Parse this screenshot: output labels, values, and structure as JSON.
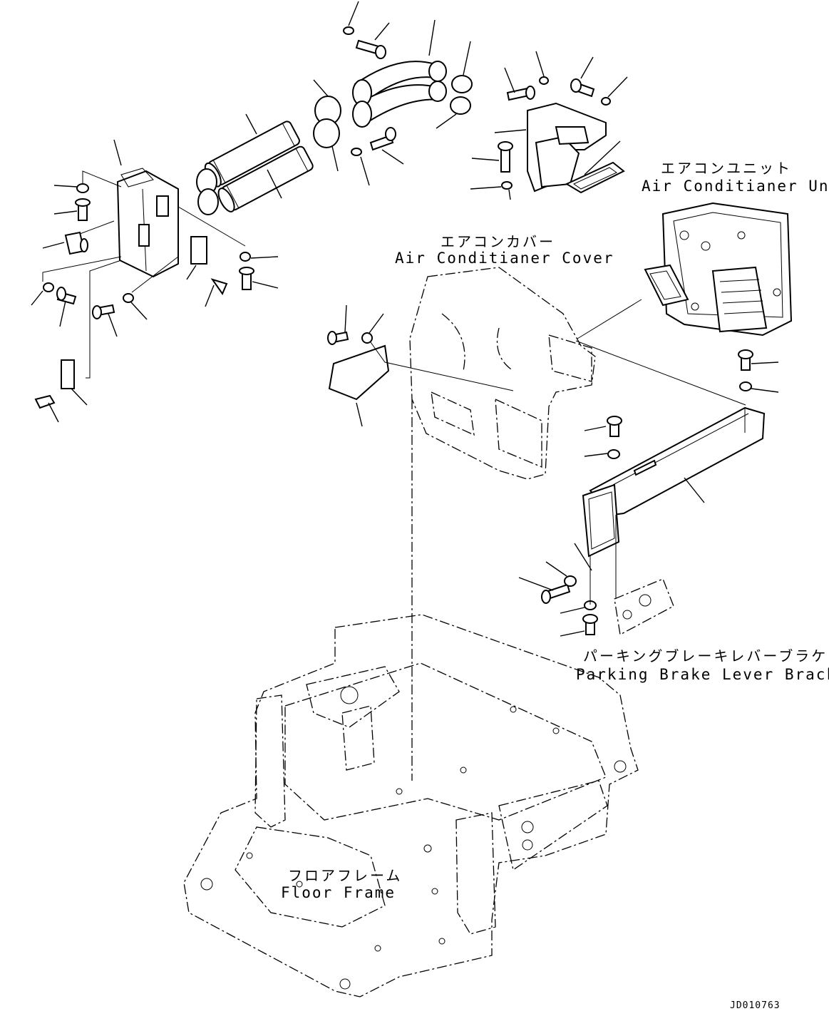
{
  "labels": {
    "ac_unit_jp": "エアコンユニット",
    "ac_unit_en": "Air Conditianer Unit",
    "ac_cover_jp": "エアコンカバー",
    "ac_cover_en": "Air Conditianer Cover",
    "parking_jp": "パーキングブレーキレバーブラケット",
    "parking_en": "Parking Brake Lever Bracket",
    "floor_jp": "フロアフレーム",
    "floor_en": "Floor Frame"
  },
  "drawing_code": "JD010763"
}
